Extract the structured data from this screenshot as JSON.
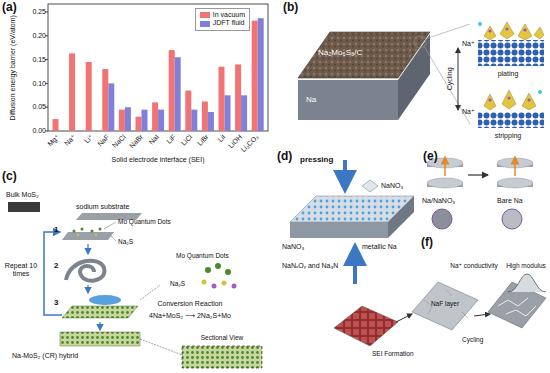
{
  "diagram": {
    "labels": [
      "(a)",
      "Diffusion energy barrier (eV/atom)",
      "0.25",
      "0.20",
      "0.15",
      "0.10",
      "0.05",
      "0.00",
      "Mg⁺",
      "Na⁺",
      "Li⁺",
      "NaF",
      "NaCl",
      "NaBr",
      "NaI",
      "LiF",
      "LiCl",
      "LiBr",
      "LiI",
      "LiOH",
      "Li₂CO₃",
      "Solid electrode interface (SEI)",
      "(b)",
      "Na₂Mo₆S₈/C",
      "Na",
      "Na⁺",
      "plating",
      "Cycling",
      "Na⁺",
      "stripping",
      "(c)",
      "Bulk MoS₂",
      "sodium substrate",
      "1",
      "Mo Quantum Dots",
      "Na₂S",
      "2",
      "Mo Quantum Dots",
      "Na₂S",
      "3",
      "Repeat 10 times",
      "Conversion Reaction",
      "4Na+MoS₂ ⟶ 2Na₂S+Mo",
      "Na-MoS₂ (CR) hybrid",
      "Sectional View",
      "(d)",
      "pressing",
      "NaNO₃",
      "NaNO₃",
      "NaNₓOᵧ and Na₃N",
      "metallic Na",
      "(e)",
      "Na/NaNO₃",
      "Bare Na",
      "(f)",
      "SEI Formation",
      "NaF layer",
      "Cycling",
      "Na⁺ conductivity",
      "High modulus"
    ],
    "legend": [
      {
        "text": "In vacuum",
        "color": "#f27373"
      },
      {
        "text": "JDFT fluid",
        "color": "#8080d8"
      }
    ]
  }
}
